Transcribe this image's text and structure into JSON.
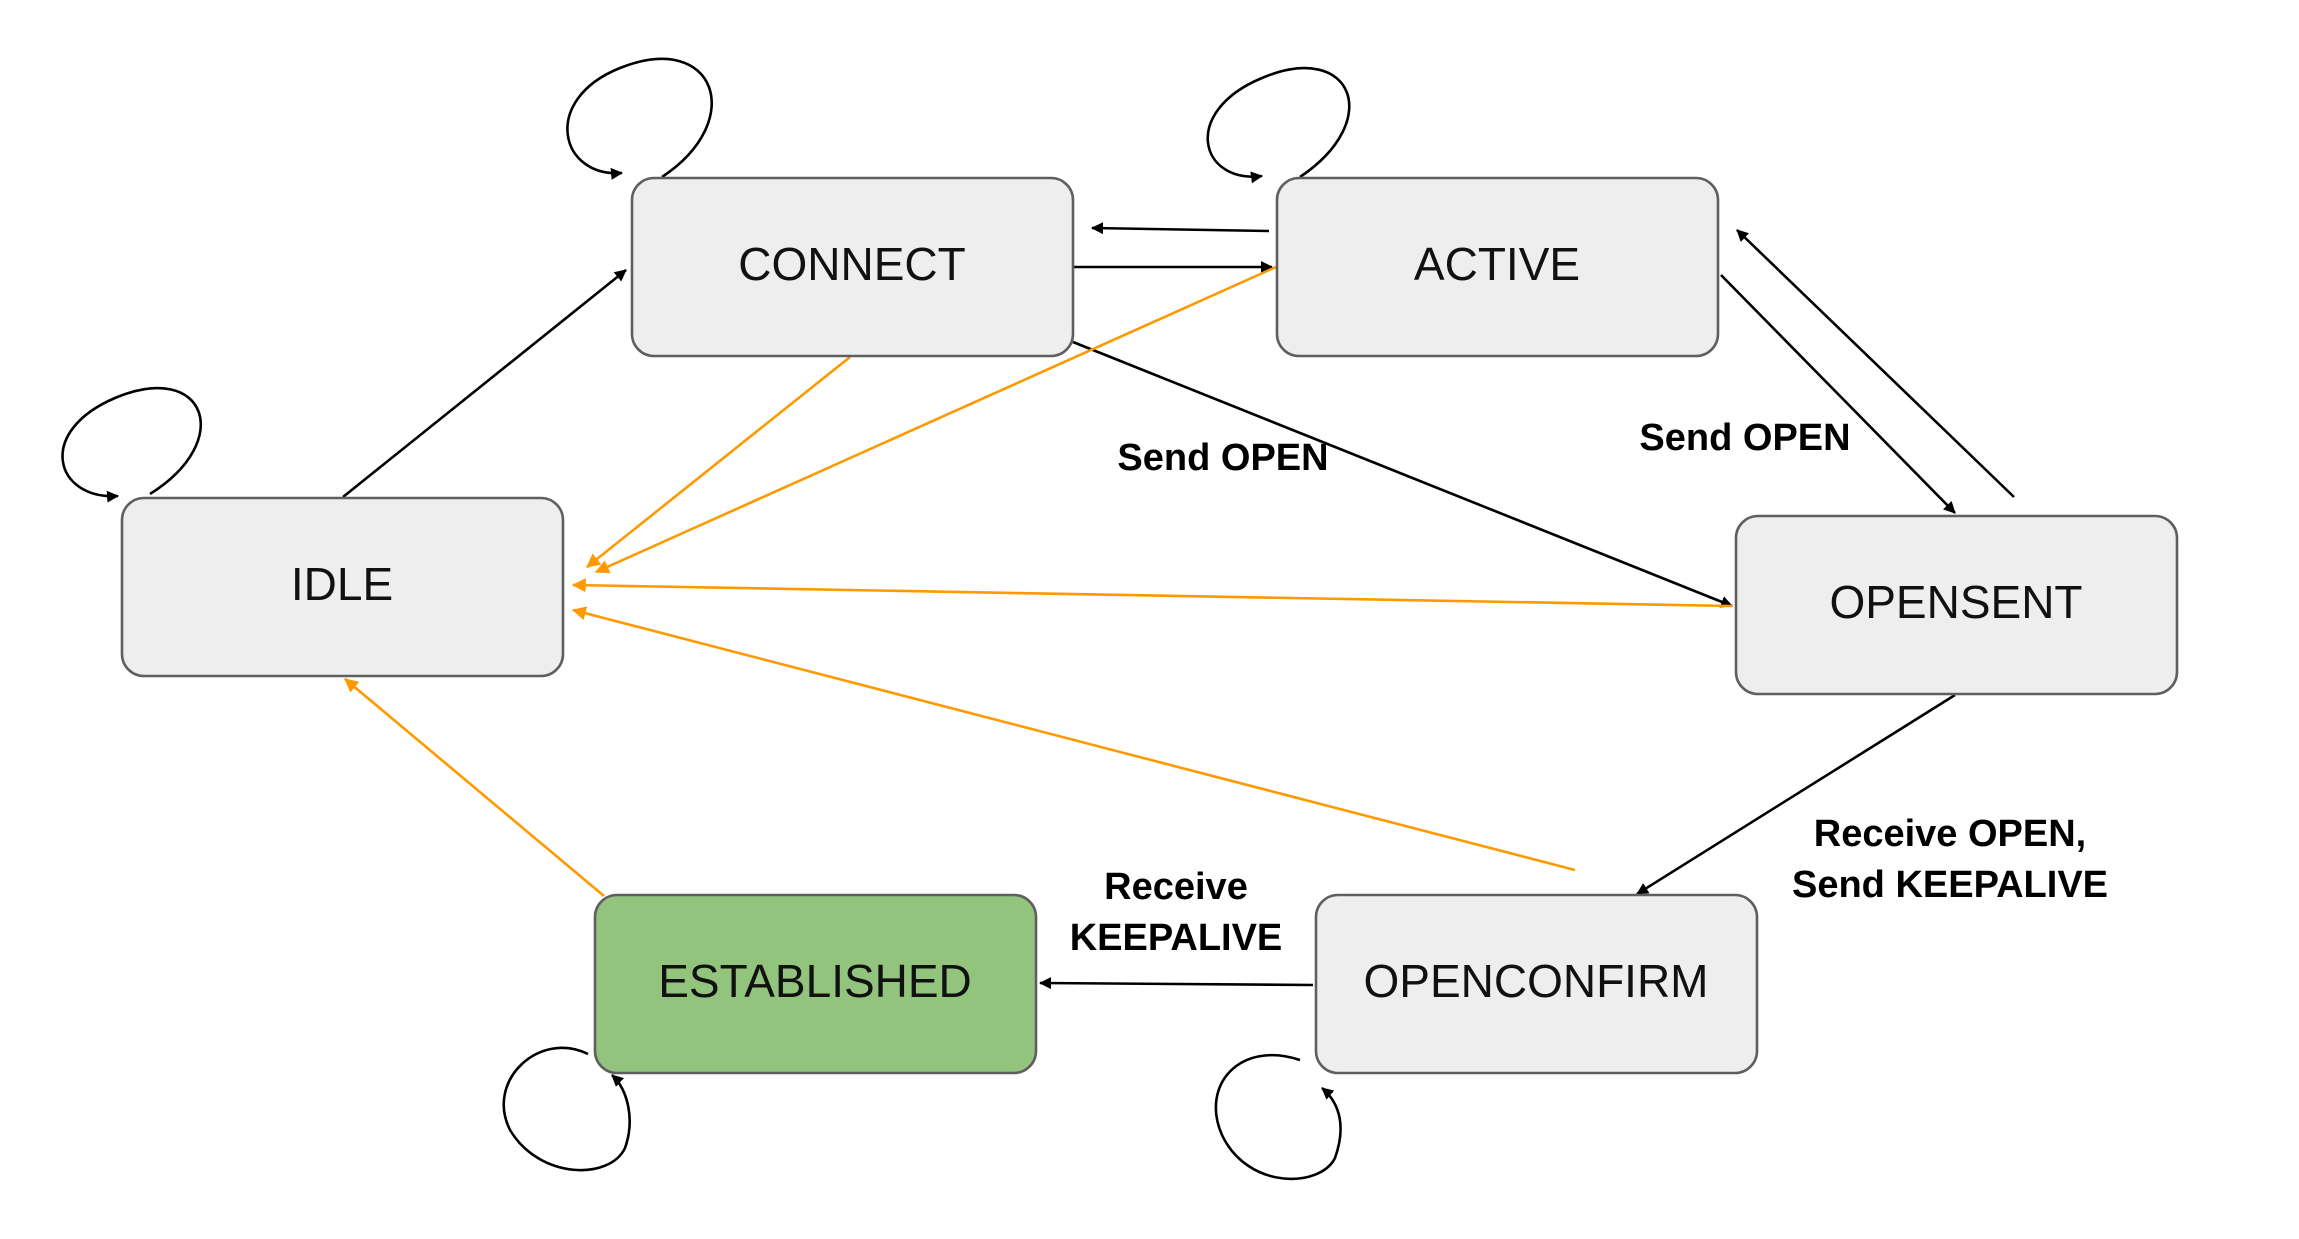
{
  "colors": {
    "state_fill": "#eeeeee",
    "established_fill": "#93c47d",
    "normal_edge": "#000000",
    "error_edge": "#ff9900"
  },
  "states": {
    "connect": "CONNECT",
    "active": "ACTIVE",
    "idle": "IDLE",
    "opensent": "OPENSENT",
    "established": "ESTABLISHED",
    "openconfirm": "OPENCONFIRM"
  },
  "edge_labels": {
    "connect_to_opensent": "Send OPEN",
    "active_to_opensent": "Send OPEN",
    "opensent_to_openconfirm_line1": "Receive OPEN,",
    "opensent_to_openconfirm_line2": "Send KEEPALIVE",
    "openconfirm_to_established_line1": "Receive",
    "openconfirm_to_established_line2": "KEEPALIVE"
  }
}
